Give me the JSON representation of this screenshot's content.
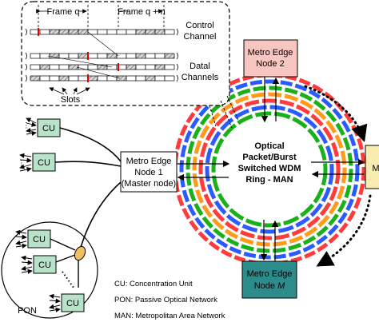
{
  "inset": {
    "frame_q": "Frame q",
    "frame_qn": "Frame q + n",
    "control_channel": [
      "Control",
      "Channel"
    ],
    "data_channels": [
      "Datal",
      "Channels"
    ],
    "slots": "Slots"
  },
  "nodes": {
    "master": [
      "Metro Edge",
      "Node  1",
      "(Master node)"
    ],
    "node2": [
      "Metro Edge",
      "Node  2"
    ],
    "nodeM": [
      "Metro Edge",
      "Node  M"
    ],
    "right_partial": "M"
  },
  "ring_label": [
    "Optical",
    "Packet/Burst",
    "Switched WDM",
    "Ring - MAN"
  ],
  "cu_label": "CU",
  "pon_label": "PON",
  "legend": [
    "CU: Concentration Unit",
    "PON: Passive Optical Network",
    "MAN: Metropolitan Area Network"
  ],
  "colors": {
    "ring": [
      "#ff3b3b",
      "#2b5bff",
      "#1ab01a",
      "#ff9a1a",
      "#ff3b3b",
      "#2b5bff",
      "#1ab01a"
    ],
    "node2_fill": "#f7c6c0",
    "nodeM_fill": "#2c8c8c",
    "cu_fill": "#b9e3c8",
    "right_node_fill": "#f8ecb0",
    "splitter_fill": "#f0c060"
  }
}
